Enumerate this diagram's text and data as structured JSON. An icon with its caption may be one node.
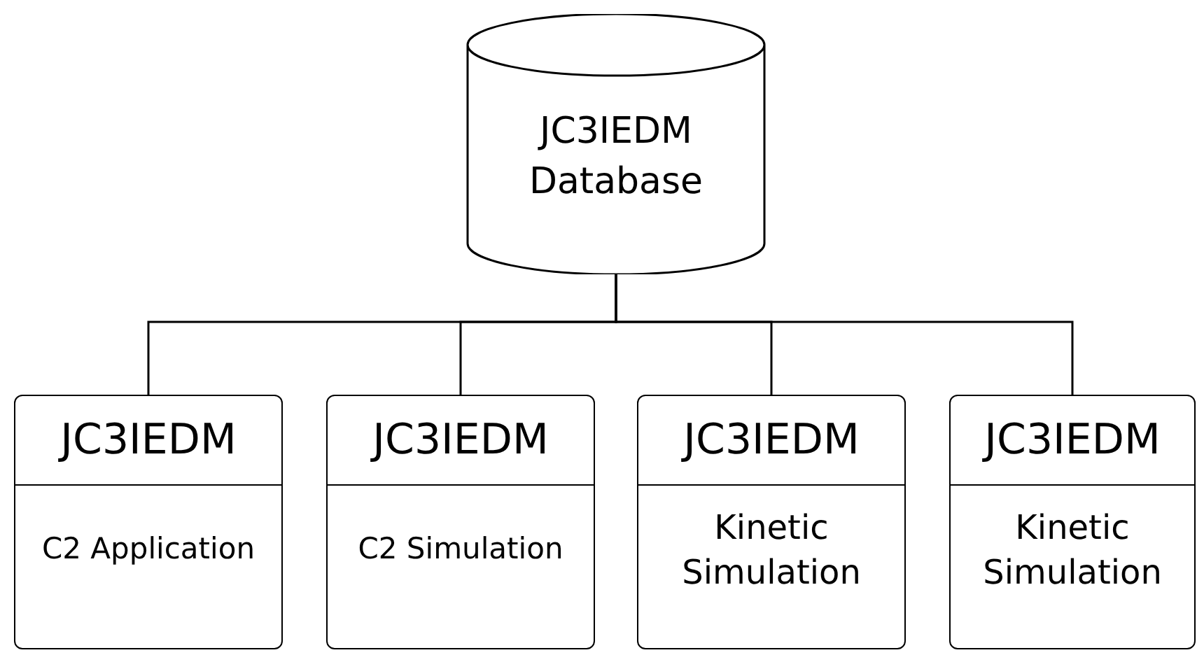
{
  "diagram": {
    "nodes": [
      {
        "text": [
          "JC3IEDM Database"
        ]
      },
      {
        "text": [
          "JC3IEDM",
          "C2 Application"
        ]
      },
      {
        "text": [
          "JC3IEDM",
          "C2 Simulation"
        ]
      },
      {
        "text": [
          "JC3IEDM",
          "Kinetic Simulation"
        ]
      },
      {
        "text": [
          "JC3IEDM",
          "Kinetic Simulation"
        ]
      }
    ],
    "edges": [
      {
        "from": 0,
        "to": 1,
        "arrow": "none"
      },
      {
        "from": 0,
        "to": 2,
        "arrow": "none"
      },
      {
        "from": 0,
        "to": 3,
        "arrow": "none"
      },
      {
        "from": 0,
        "to": 4,
        "arrow": "none"
      }
    ]
  }
}
